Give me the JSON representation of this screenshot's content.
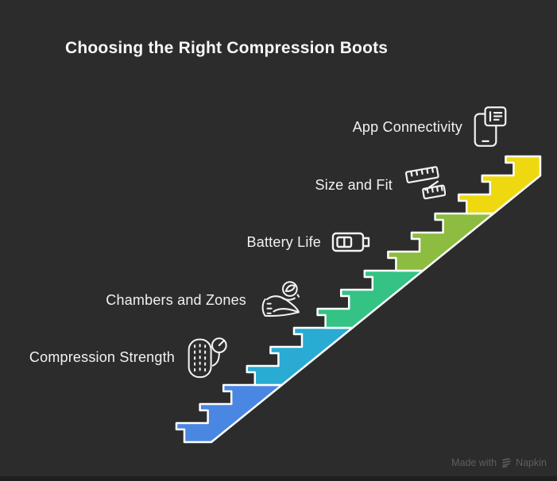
{
  "page": {
    "title": "Choosing the Right Compression Boots",
    "background_color": "#2c2c2c",
    "watermark": {
      "prefix": "Made with",
      "brand": "Napkin"
    }
  },
  "chart_data": {
    "type": "stair-step-diagram",
    "title": "Choosing the Right Compression Boots",
    "direction": "ascending-left-to-right",
    "steps_per_segment": 3,
    "outline_color": "#ffffff",
    "categories": [
      "Compression Strength",
      "Chambers and Zones",
      "Battery Life",
      "Size and Fit",
      "App Connectivity"
    ],
    "segments": [
      {
        "order": 1,
        "label": "Compression Strength",
        "icon": "compression-gauge-icon",
        "color": "#4a87e2"
      },
      {
        "order": 2,
        "label": "Chambers and Zones",
        "icon": "air-chamber-leg-icon",
        "color": "#29abd3"
      },
      {
        "order": 3,
        "label": "Battery Life",
        "icon": "battery-icon",
        "color": "#34c384"
      },
      {
        "order": 4,
        "label": "Size and Fit",
        "icon": "measuring-tape-icon",
        "color": "#8cbc40"
      },
      {
        "order": 5,
        "label": "App Connectivity",
        "icon": "smartphone-news-icon",
        "color": "#eed911"
      }
    ]
  }
}
